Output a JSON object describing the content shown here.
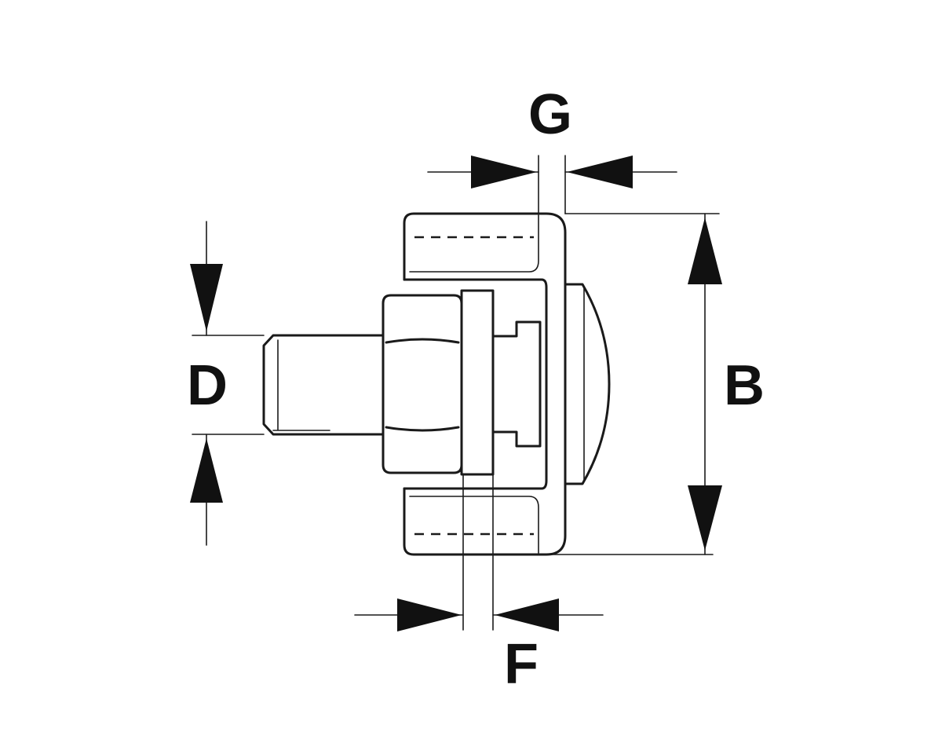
{
  "labels": {
    "g": "G",
    "d": "D",
    "b": "B",
    "f": "F"
  },
  "colors": {
    "line": "#1a1a1a",
    "background": "#ffffff"
  }
}
